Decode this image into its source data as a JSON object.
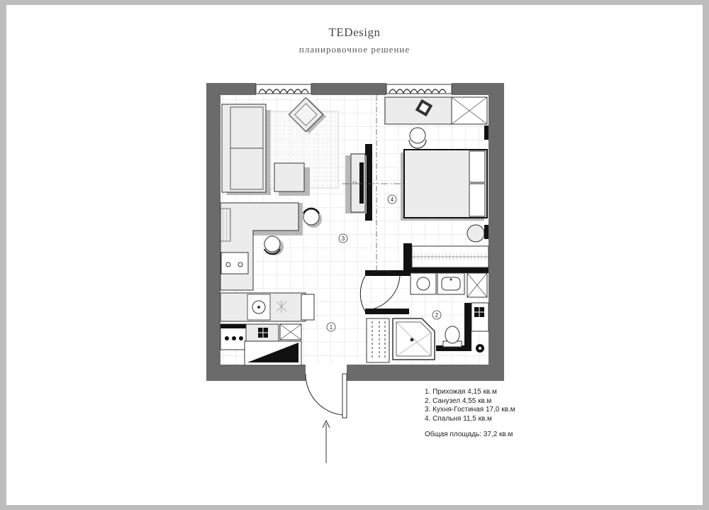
{
  "header": {
    "brand": "TEDesign",
    "subtitle": "планировочное решение"
  },
  "plan": {
    "tv_label": "TV",
    "room_markers": [
      "1",
      "2",
      "3",
      "4"
    ]
  },
  "legend": {
    "rooms": [
      "1. Прихожая 4,15 кв.м",
      "2. Санузел 4,55 кв.м",
      "3. Кухня-Гостиная 17,0 кв.м",
      "4. Спальня 11,5 кв.м"
    ],
    "total": "Общая площадь: 37,2 кв.м"
  },
  "colors": {
    "wall": "#6b6b6b",
    "furniture_fill": "#ececec",
    "shadow": "#b8b8b8",
    "tile_line": "#d4d4d4"
  }
}
